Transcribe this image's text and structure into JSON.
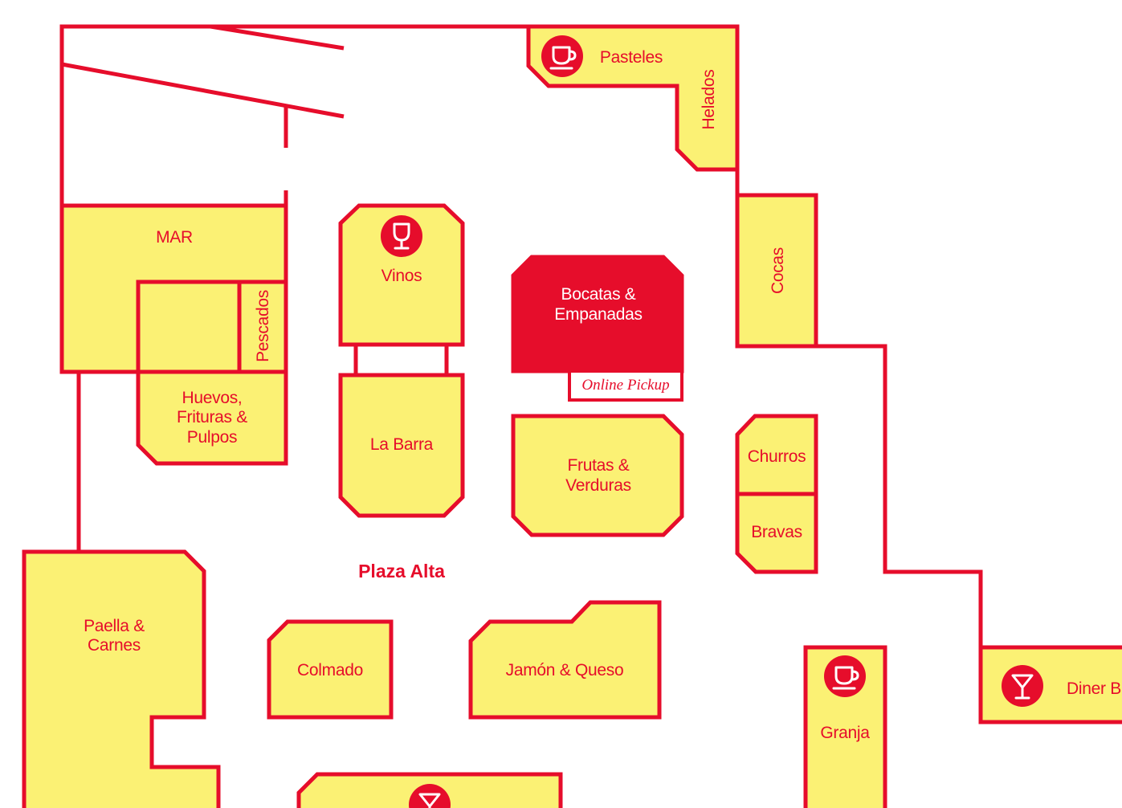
{
  "colors": {
    "accent": "#e60d2b",
    "stall_fill": "#fbf174",
    "background": "#ffffff"
  },
  "plaza": {
    "name": "Plaza Alta"
  },
  "stalls": {
    "pasteles": "Pasteles",
    "helados": "Helados",
    "mar": "MAR",
    "pescados": "Pescados",
    "vinos": "Vinos",
    "bocatas_line1": "Bocatas &",
    "bocatas_line2": "Empanadas",
    "online_pickup": "Online Pickup",
    "cocas": "Cocas",
    "huevos_line1": "Huevos,",
    "huevos_line2": "Frituras &",
    "huevos_line3": "Pulpos",
    "la_barra": "La Barra",
    "frutas_line1": "Frutas &",
    "frutas_line2": "Verduras",
    "churros": "Churros",
    "bravas": "Bravas",
    "paella_line1": "Paella &",
    "paella_line2": "Carnes",
    "colmado": "Colmado",
    "jamon": "Jamón & Queso",
    "granja": "Granja",
    "diner": "Diner B"
  },
  "icons": {
    "pasteles": "coffee-cup-icon",
    "vinos": "wine-glass-icon",
    "granja": "coffee-cup-icon",
    "diner": "cocktail-glass-icon",
    "bottom": "cocktail-glass-icon"
  }
}
